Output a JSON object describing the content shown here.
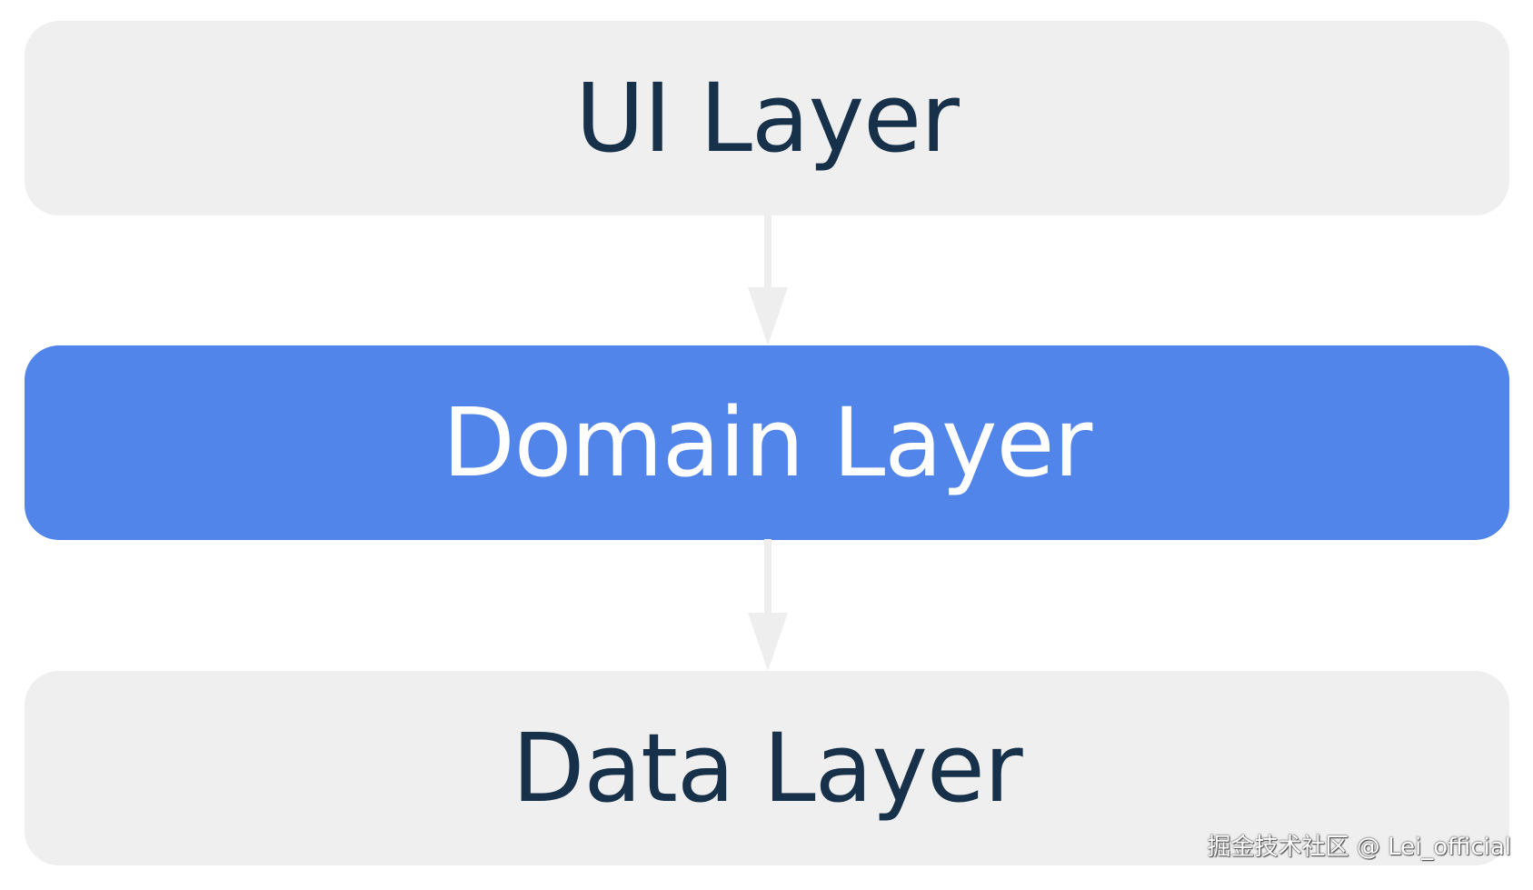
{
  "diagram": {
    "layers": [
      {
        "label": "UI Layer"
      },
      {
        "label": "Domain Layer"
      },
      {
        "label": "Data Layer"
      }
    ],
    "colors": {
      "layer_background": "#efefef",
      "highlight_background": "#5185ea",
      "text_dark": "#17314a",
      "text_light": "#ffffff",
      "arrow": "#eeeeee"
    }
  },
  "watermark": "掘金技术社区 @ Lei_official"
}
